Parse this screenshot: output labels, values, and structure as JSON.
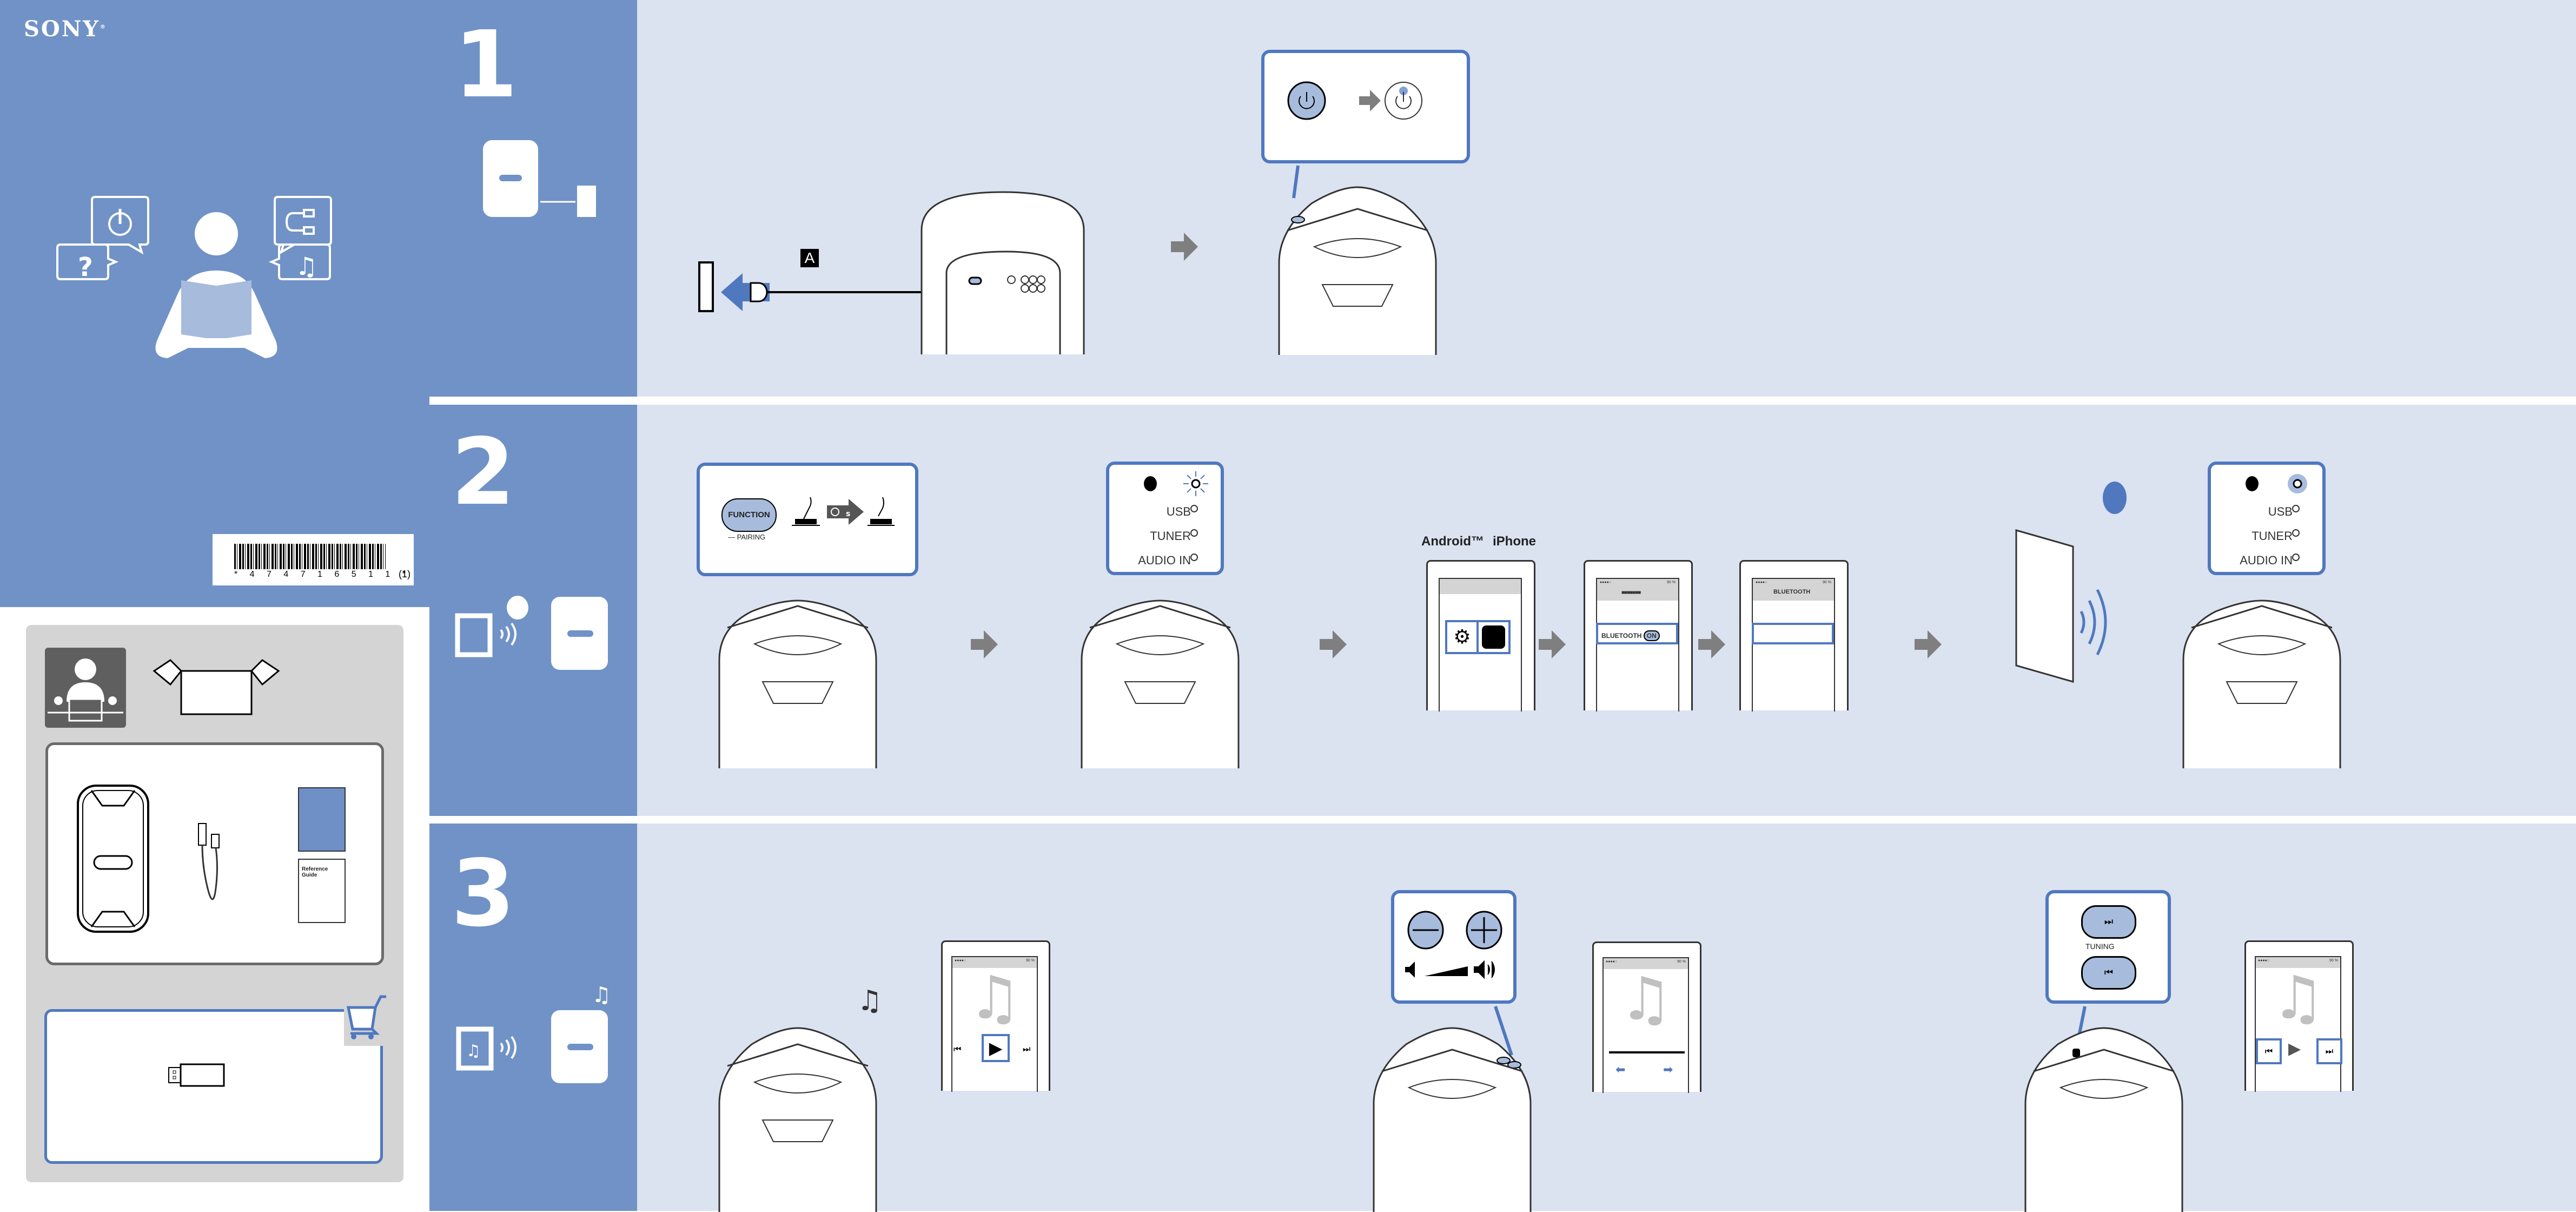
{
  "brand": {
    "logo": "SONY",
    "registered": "®"
  },
  "cover": {
    "illustration": "person-reading-manual",
    "bubbles": [
      "power-icon",
      "cable-icon",
      "question-icon",
      "music-note-icon"
    ],
    "barcode": {
      "number": "* 4 7 4 7 1 6 5 1 1 *",
      "version": "(1)"
    }
  },
  "package": {
    "contents": [
      "speaker",
      "ac-power-cord",
      "operating-instructions",
      "reference-guide"
    ],
    "reference_guide_label_line1": "Reference",
    "reference_guide_label_line2": "Guide",
    "optional_accessory": "usb-flash-drive",
    "optional_icon": "shopping-cart-icon"
  },
  "steps": [
    {
      "number": "1",
      "label_A": "A",
      "power_states": [
        "off",
        "on"
      ]
    },
    {
      "number": "2",
      "function_button": "FUNCTION",
      "pairing_label": "— PAIRING",
      "hold_time_unit": "s",
      "indicators": [
        "USB",
        "TUNER",
        "AUDIO IN"
      ],
      "os_labels": {
        "android": "Android™",
        "iphone": "iPhone"
      },
      "phone": {
        "signal": "●●●●○",
        "battery": "90 %",
        "bt_toggle_label": "BLUETOOTH",
        "bt_toggle_state": "ON",
        "header_masked": "■■■■■■■",
        "bt_screen_title": "BLUETOOTH"
      }
    },
    {
      "number": "3",
      "volume_buttons": [
        "minus",
        "plus"
      ],
      "tuning_label": "TUNING",
      "tuning_signs": "+\n–",
      "phone": {
        "signal": "●●●●○",
        "battery": "90 %"
      }
    }
  ],
  "colors": {
    "primary": "#7092c6",
    "background": "#dbe2f0",
    "accent": "#4f78bf",
    "button_fill": "#a7bbdc",
    "gray_arrow": "#7f7f7f"
  }
}
